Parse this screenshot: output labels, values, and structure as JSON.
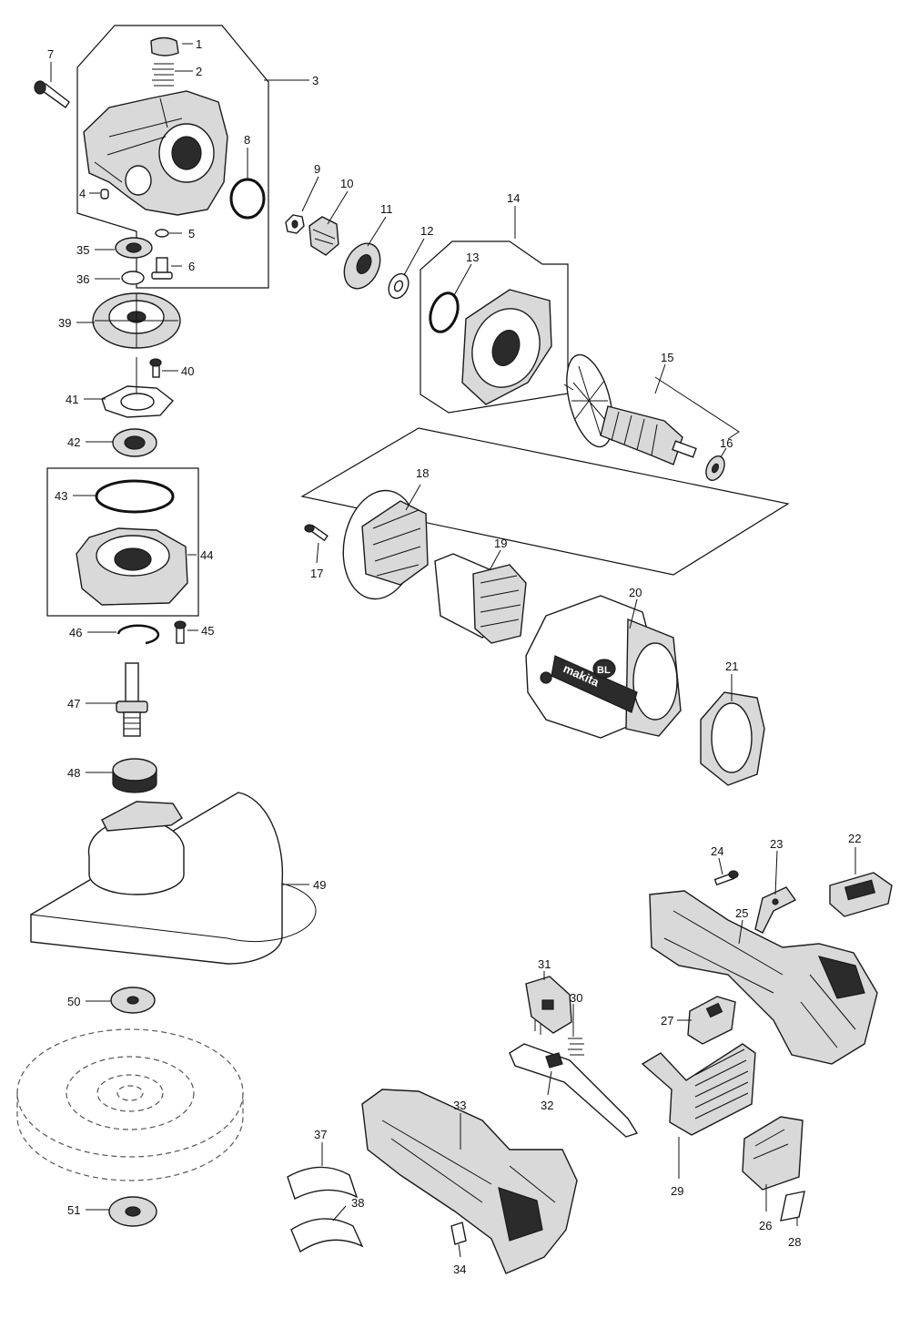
{
  "labels": {
    "l1": "1",
    "l2": "2",
    "l3": "3",
    "l4": "4",
    "l5": "5",
    "l6": "6",
    "l7": "7",
    "l8": "8",
    "l9": "9",
    "l10": "10",
    "l11": "11",
    "l12": "12",
    "l13": "13",
    "l14": "14",
    "l15": "15",
    "l16": "16",
    "l17": "17",
    "l18": "18",
    "l19": "19",
    "l20": "20",
    "l21": "21",
    "l22": "22",
    "l23": "23",
    "l24": "24",
    "l25": "25",
    "l26": "26",
    "l27": "27",
    "l28": "28",
    "l29": "29",
    "l30": "30",
    "l31": "31",
    "l32": "32",
    "l33": "33",
    "l34": "34",
    "l35": "35",
    "l36": "36",
    "l37": "37",
    "l38": "38",
    "l39": "39",
    "l40": "40",
    "l41": "41",
    "l42": "42",
    "l43": "43",
    "l44": "44",
    "l45": "45",
    "l46": "46",
    "l47": "47",
    "l48": "48",
    "l49": "49",
    "l50": "50",
    "l51": "51"
  },
  "logo": {
    "brand": "makita",
    "badge": "BL"
  },
  "colors": {
    "line": "#1a1a1a",
    "fill_light": "#d9d9d9",
    "fill_dark": "#2b2b2b"
  }
}
